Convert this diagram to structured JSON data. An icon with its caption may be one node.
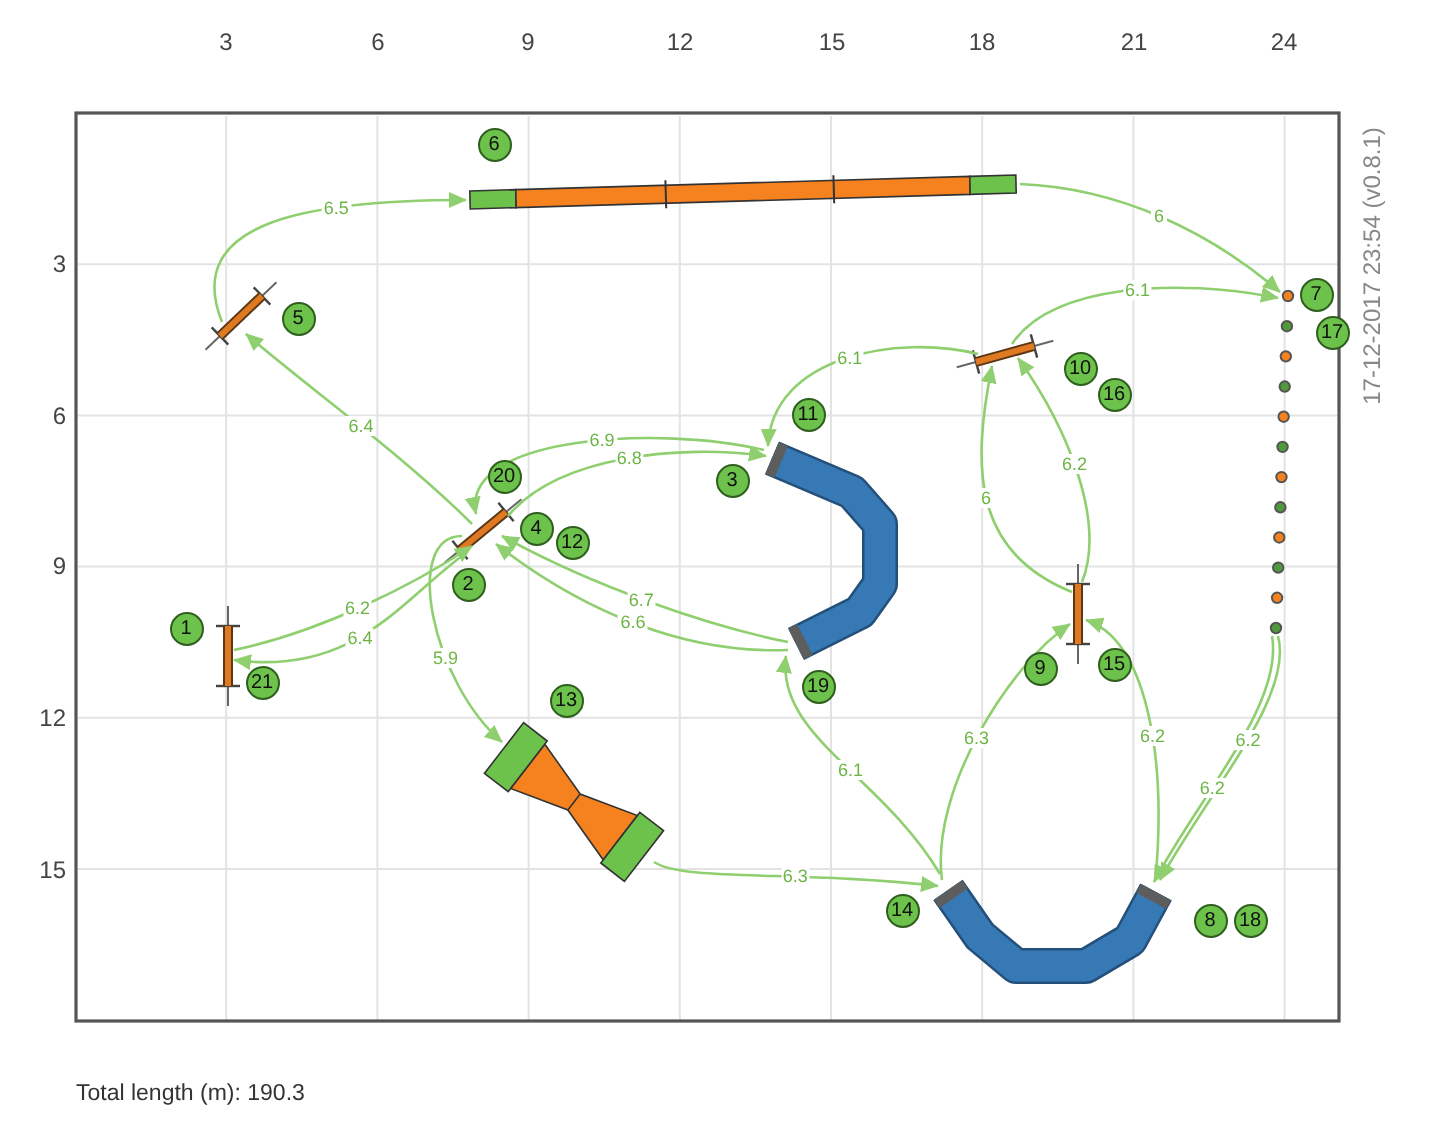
{
  "diagram": {
    "nodes": [
      {
        "text": [],
        "shape": "plank",
        "beside": [
          "6"
        ]
      },
      {
        "text": [],
        "shape": "bar",
        "beside": [
          "5"
        ]
      },
      {
        "text": [],
        "shape": "dots",
        "beside": [
          "7",
          "17"
        ]
      },
      {
        "text": [],
        "shape": "bar",
        "beside": [
          "10",
          "16"
        ]
      },
      {
        "text": [],
        "shape": "tube",
        "beside": [
          "11",
          "3",
          "19"
        ]
      },
      {
        "text": [],
        "shape": "bar",
        "beside": [
          "20",
          "4",
          "12",
          "2"
        ]
      },
      {
        "text": [],
        "shape": "bar",
        "beside": [
          "9",
          "15"
        ]
      },
      {
        "text": [],
        "shape": "bar",
        "beside": [
          "1",
          "21"
        ]
      },
      {
        "text": [],
        "shape": "bowtie",
        "beside": [
          "13"
        ]
      },
      {
        "text": [],
        "shape": "tube",
        "beside": [
          "14",
          "8",
          "18"
        ]
      }
    ],
    "edges": [
      {
        "from": 7,
        "to": 5,
        "label": "6.2",
        "arrow": "to"
      },
      {
        "from": 5,
        "to": 4,
        "label": "6.8",
        "arrow": "to"
      },
      {
        "from": 4,
        "to": 5,
        "label": "6.7",
        "arrow": "to"
      },
      {
        "from": 5,
        "to": 1,
        "label": "6.4",
        "arrow": "to"
      },
      {
        "from": 1,
        "to": 0,
        "label": "6.5",
        "arrow": "to"
      },
      {
        "from": 0,
        "to": 2,
        "label": "6",
        "arrow": "to"
      },
      {
        "from": 2,
        "to": 9,
        "label": "6.2",
        "arrow": "to"
      },
      {
        "from": 9,
        "to": 6,
        "label": "6.3",
        "arrow": "to"
      },
      {
        "from": 6,
        "to": 3,
        "label": "6",
        "arrow": "to"
      },
      {
        "from": 3,
        "to": 4,
        "label": "6.1",
        "arrow": "to"
      },
      {
        "from": 4,
        "to": 5,
        "label": "6.6",
        "arrow": "to"
      },
      {
        "from": 5,
        "to": 8,
        "label": "5.9",
        "arrow": "to"
      },
      {
        "from": 8,
        "to": 9,
        "label": "6.3",
        "arrow": "to"
      },
      {
        "from": 9,
        "to": 6,
        "label": "6.2",
        "arrow": "to"
      },
      {
        "from": 6,
        "to": 3,
        "label": "6.2",
        "arrow": "to"
      },
      {
        "from": 3,
        "to": 2,
        "label": "6.1",
        "arrow": "to"
      },
      {
        "from": 2,
        "to": 9,
        "label": "6.2",
        "arrow": "to"
      },
      {
        "from": 9,
        "to": 4,
        "label": "6.1",
        "arrow": "to"
      },
      {
        "from": 4,
        "to": 5,
        "label": "6.9",
        "arrow": "to"
      },
      {
        "from": 5,
        "to": 7,
        "label": "6.4",
        "arrow": "to"
      }
    ],
    "labels": [
      "3",
      "6",
      "9",
      "12",
      "15",
      "18",
      "21",
      "24",
      "3",
      "6",
      "9",
      "12",
      "15",
      "17-12-2017 23:54 (v0.8.1)",
      "Total length (m): 190.3"
    ]
  }
}
